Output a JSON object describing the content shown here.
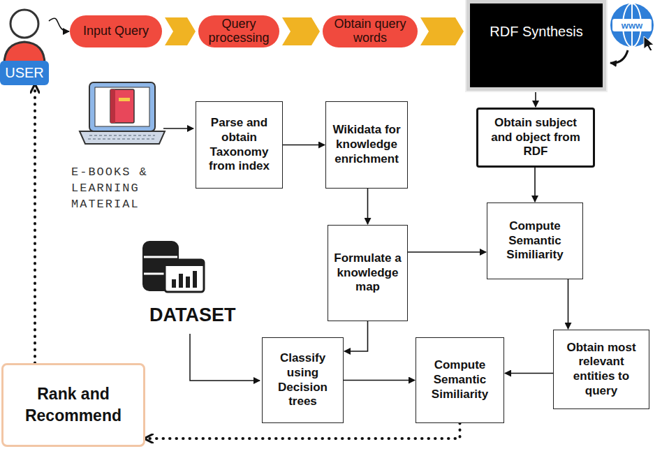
{
  "diagram": {
    "nodes": [
      {
        "text": [
          "USER"
        ]
      },
      {
        "text": [
          "Input Query"
        ]
      },
      {
        "text": [
          "Query processing"
        ]
      },
      {
        "text": [
          "Obtain query words"
        ]
      },
      {
        "text": [
          "RDF Synthesis"
        ]
      },
      {
        "text": [
          "Parse and obtain Taxonomy from index"
        ]
      },
      {
        "text": [
          "Wikidata for knowledge enrichment"
        ]
      },
      {
        "text": [
          "Obtain subject and object from RDF"
        ]
      },
      {
        "text": [
          "Compute Semantic Similiarity"
        ]
      },
      {
        "text": [
          "Formulate a knowledge map"
        ]
      },
      {
        "text": [
          "Obtain most relevant entities to query"
        ]
      },
      {
        "text": [
          "Classify using Decision trees"
        ]
      },
      {
        "text": [
          "Compute Semantic Similiarity"
        ]
      },
      {
        "text": [
          "Rank and Recommend"
        ]
      }
    ],
    "edges": [
      {
        "from": 0,
        "to": 1,
        "arrow": "to"
      },
      {
        "from": 1,
        "to": 2,
        "arrow": "to"
      },
      {
        "from": 2,
        "to": 3,
        "arrow": "to"
      },
      {
        "from": 3,
        "to": 4,
        "arrow": "to"
      },
      {
        "from": 4,
        "to": 7,
        "arrow": "to"
      },
      {
        "from": 5,
        "to": 6,
        "arrow": "to"
      },
      {
        "from": 6,
        "to": 9,
        "arrow": "to"
      },
      {
        "from": 9,
        "to": 8,
        "arrow": "to"
      },
      {
        "from": 7,
        "to": 8,
        "arrow": "to"
      },
      {
        "from": 8,
        "to": 10,
        "arrow": "to"
      },
      {
        "from": 10,
        "to": 12,
        "arrow": "to"
      },
      {
        "from": 11,
        "to": 12,
        "arrow": "to"
      },
      {
        "from": 9,
        "to": 11,
        "arrow": "to"
      },
      {
        "from": 12,
        "to": 13,
        "arrow": "to"
      },
      {
        "from": 13,
        "to": 0,
        "arrow": "to"
      }
    ],
    "labels": [
      "E-BOOKS & LEARNING MATERIAL",
      "DATASET",
      "www"
    ]
  }
}
